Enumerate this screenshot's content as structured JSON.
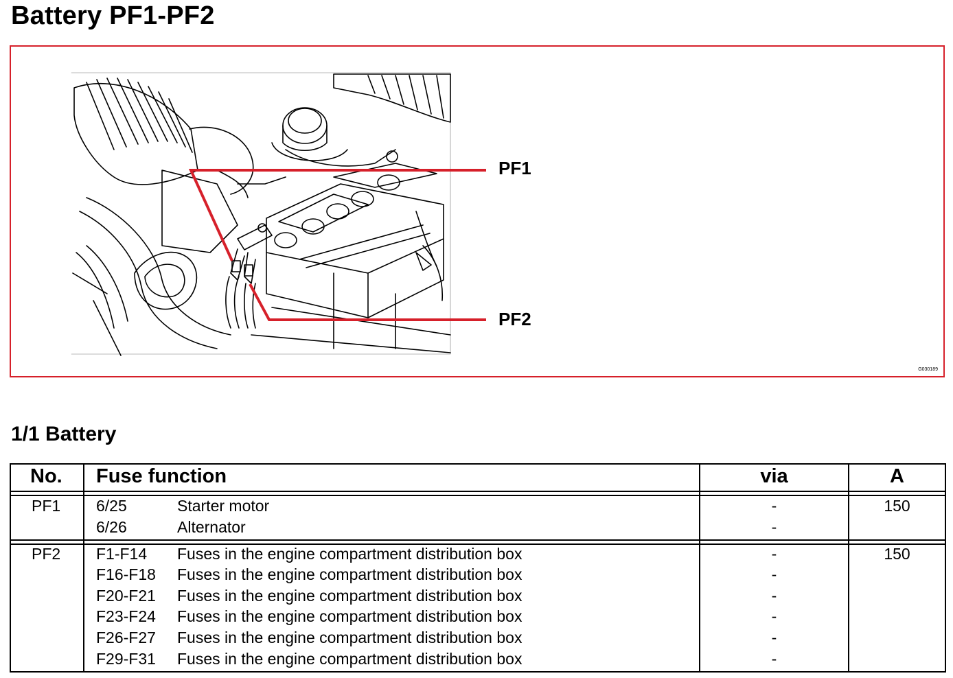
{
  "page": {
    "title": "Battery PF1-PF2"
  },
  "figure": {
    "callouts": [
      "PF1",
      "PF2"
    ],
    "image_code": "G030189",
    "accent_color": "#d6202a"
  },
  "section": {
    "title": "1/1 Battery"
  },
  "table": {
    "headers": {
      "no": "No.",
      "function": "Fuse function",
      "via": "via",
      "amps": "A"
    },
    "groups": [
      {
        "no": "PF1",
        "amps": "150",
        "rows": [
          {
            "code": "6/25",
            "description": "Starter motor",
            "via": "-"
          },
          {
            "code": "6/26",
            "description": "Alternator",
            "via": "-"
          }
        ]
      },
      {
        "no": "PF2",
        "amps": "150",
        "rows": [
          {
            "code": "F1-F14",
            "description": "Fuses in the engine compartment distribution box",
            "via": "-"
          },
          {
            "code": "F16-F18",
            "description": "Fuses in the engine compartment distribution box",
            "via": "-"
          },
          {
            "code": "F20-F21",
            "description": "Fuses in the engine compartment distribution box",
            "via": "-"
          },
          {
            "code": "F23-F24",
            "description": "Fuses in the engine compartment distribution box",
            "via": "-"
          },
          {
            "code": "F26-F27",
            "description": "Fuses in the engine compartment distribution box",
            "via": "-"
          },
          {
            "code": "F29-F31",
            "description": "Fuses in the engine compartment distribution box",
            "via": "-"
          }
        ]
      }
    ]
  }
}
